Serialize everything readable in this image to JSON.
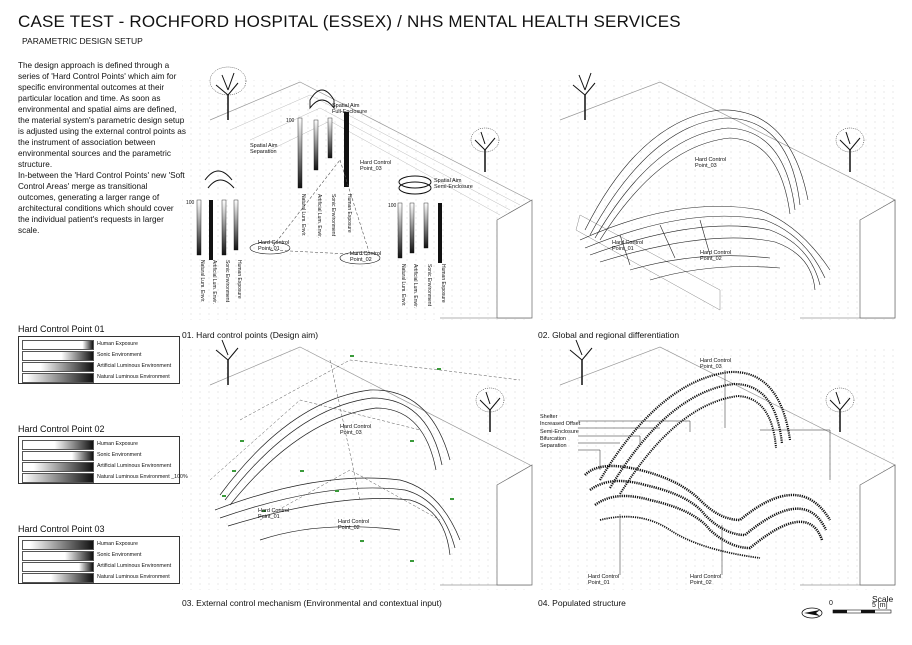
{
  "header": {
    "title": "CASE TEST - ROCHFORD HOSPITAL (ESSEX) / NHS MENTAL HEALTH SERVICES",
    "subtitle": "PARAMETRIC DESIGN SETUP"
  },
  "intro": {
    "paragraph_1": "The design approach is defined through a series of 'Hard Control Points' which aim for specific environmental outcomes at their particular location and time. As soon as environmental and spatial aims are defined, the material system's parametric design setup is adjusted using the external control points as the instrument of association between environmental sources and the parametric structure.",
    "paragraph_2": "In-between the 'Hard Control Points' new 'Soft Control Areas' merge as transitional outcomes, generating a larger range of architectural conditions which should cover the individual patient's requests in larger scale."
  },
  "legends": [
    {
      "title": "Hard Control Point 01",
      "rows": [
        "Human Exposure",
        "Sonic Environment",
        "Artificial Luminous Environment",
        "Natural Luminous Environment"
      ],
      "fills": [
        0.15,
        0.45,
        0.75,
        0.95
      ]
    },
    {
      "title": "Hard Control Point 02",
      "rows": [
        "Human Exposure",
        "Sonic Environment",
        "Artificial Luminous Environment",
        "Natural Luminous Environment _100%"
      ],
      "fills": [
        0.55,
        0.3,
        0.85,
        1.0
      ]
    },
    {
      "title": "Hard Control Point 03",
      "rows": [
        "Human Exposure",
        "Sonic Environment",
        "Artificial Luminous Environment",
        "Natural Luminous Environment"
      ],
      "fills": [
        0.9,
        0.4,
        0.2,
        0.6
      ]
    }
  ],
  "panels": {
    "p1": {
      "caption": "01. Hard control points (Design aim)",
      "spatial_aim_separation": "Spatial Aim\nSeparation",
      "spatial_aim_full": "Spatial Aim\nFull-Enclosure",
      "spatial_aim_semi": "Spatial Aim\nSemi-Enclosure",
      "hcp01": "Hard Control\nPoint_01",
      "hcp02": "Hard Control\nPoint_02",
      "hcp03": "Hard Control\nPoint_03",
      "bar_top_value": "100",
      "bar_labels": [
        "Natural Lum. Envir.",
        "Artificial Lum. Envir.",
        "Sonic Environment",
        "Human Exposure"
      ]
    },
    "p2": {
      "caption": "02. Global and regional differentiation",
      "hcp01": "Hard Control\nPoint_01",
      "hcp02": "Hard Control\nPoint_02",
      "hcp03": "Hard Control\nPoint_03"
    },
    "p3": {
      "caption": "03. External control mechanism (Environmental and contextual input)",
      "hcp01": "Hard Control\nPoint_01",
      "hcp02": "Hard Control\nPoint_02",
      "hcp03": "Hard Control\nPoint_03"
    },
    "p4": {
      "caption": "04. Populated structure",
      "hcp01": "Hard Control\nPoint_01",
      "hcp02": "Hard Control\nPoint_02",
      "hcp03": "Hard Control\nPoint_03",
      "annotations": [
        "Shelter",
        "Increased Offset",
        "Semi-Enclosure",
        "Bifurcation",
        "Separation"
      ]
    }
  },
  "scale": {
    "label": "Scale",
    "zero": "0",
    "max": "5 [m]"
  },
  "colors": {
    "ink": "#111111",
    "grid": "#b0b0b0",
    "accent_green": "#3a9a3a",
    "dashed": "#555555"
  }
}
